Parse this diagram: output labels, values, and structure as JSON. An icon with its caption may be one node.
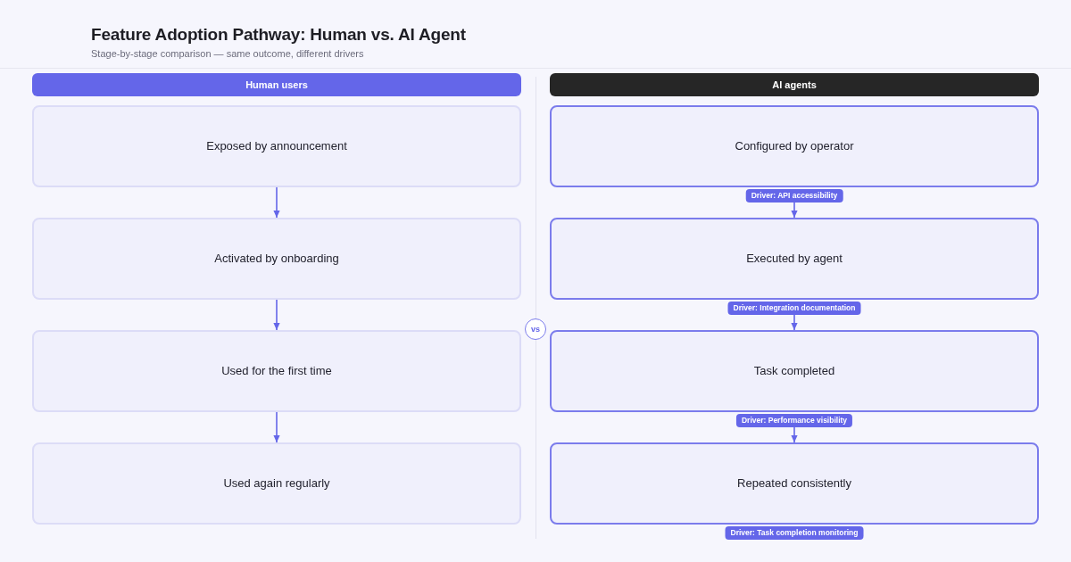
{
  "diagram": {
    "title": "Feature Adoption Pathway: Human vs. AI Agent",
    "nodes": [
      {
        "text": [
          "Human users"
        ]
      },
      {
        "text": [
          "AI agents"
        ]
      },
      {
        "text": [
          "Exposed by announcement"
        ]
      },
      {
        "text": [
          "Activated by onboarding"
        ]
      },
      {
        "text": [
          "Used for the first time"
        ]
      },
      {
        "text": [
          "Used again regularly"
        ]
      },
      {
        "text": [
          "vs"
        ]
      },
      {
        "text": [
          "Configured by operator"
        ]
      },
      {
        "text": [
          "Driver: API accessibility"
        ]
      },
      {
        "text": [
          "Executed by agent"
        ]
      },
      {
        "text": [
          "Driver: Integration documentation"
        ]
      },
      {
        "text": [
          "Task completed"
        ]
      },
      {
        "text": [
          "Driver: Performance visibility"
        ]
      },
      {
        "text": [
          "Repeated consistently"
        ]
      },
      {
        "text": [
          "Driver: Task completion monitoring"
        ]
      }
    ],
    "edges": [
      {
        "from": 2,
        "to": 3,
        "arrow": "to"
      },
      {
        "from": 3,
        "to": 4,
        "arrow": "to"
      },
      {
        "from": 4,
        "to": 5,
        "arrow": "to"
      },
      {
        "from": 8,
        "to": 9,
        "arrow": "to"
      },
      {
        "from": 10,
        "to": 11,
        "arrow": "to"
      },
      {
        "from": 12,
        "to": 13,
        "arrow": "to"
      }
    ],
    "labels": [
      "Stage-by-stage comparison — same outcome, different drivers"
    ]
  }
}
